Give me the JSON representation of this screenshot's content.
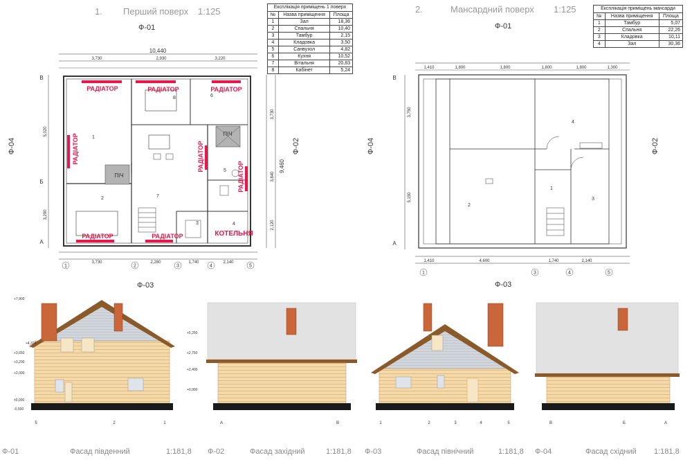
{
  "plan1": {
    "title_num": "1.",
    "title": "Перший поверх",
    "scale": "1:125",
    "axis_top": "Ф-01",
    "axis_bottom": "Ф-03",
    "axis_left": "Ф-04",
    "axis_right": "Ф-02",
    "overall_width": "10,440",
    "overall_height": "9,460",
    "top_dims": [
      "3,730",
      "2,930",
      "3,220"
    ],
    "bottom_dims": [
      "3,730",
      "2,280",
      "1,740",
      "2,140"
    ],
    "left_dims": [
      "5,020",
      "3,290"
    ],
    "right_dims": [
      "3,730",
      "3,840",
      "2,120"
    ],
    "col_labels": [
      "1",
      "2",
      "3",
      "4",
      "5"
    ],
    "row_labels": [
      "В",
      "Б",
      "А"
    ],
    "room_numbers": [
      "1",
      "2",
      "3",
      "4",
      "5",
      "6",
      "7",
      "8"
    ],
    "radiator_label": "РАДІАТОР",
    "stove_label": "ПІЧ",
    "boiler_label": "КОТЕЛЬНЯ",
    "table": {
      "caption": "Експлікація приміщень 1 поверх",
      "headers": [
        "№",
        "Назва приміщення",
        "Площа"
      ],
      "rows": [
        [
          "1",
          "Зал",
          "18,36"
        ],
        [
          "2",
          "Спальня",
          "10,40"
        ],
        [
          "3",
          "Тамбур",
          "2,15"
        ],
        [
          "4",
          "Кладовка",
          "3,50"
        ],
        [
          "5",
          "Санвузол",
          "4,82"
        ],
        [
          "6",
          "Кухня",
          "10,52"
        ],
        [
          "7",
          "Вітальня",
          "20,83"
        ],
        [
          "8",
          "Кабінет",
          "5,24"
        ]
      ]
    }
  },
  "plan2": {
    "title_num": "2.",
    "title": "Мансардний поверх",
    "scale": "1:125",
    "axis_top": "Ф-01",
    "axis_bottom": "Ф-03",
    "axis_left": "Ф-04",
    "axis_right": "Ф-02",
    "top_dims": [
      "1,410",
      "1,800",
      "1,800",
      "1,800",
      "1,800",
      "1,300"
    ],
    "bottom_dims": [
      "1,410",
      "4,600",
      "1,740",
      "2,140"
    ],
    "left_dims": [
      "3,750",
      "5,150"
    ],
    "col_labels": [
      "1",
      "3",
      "4",
      "5"
    ],
    "row_labels": [
      "В",
      "А"
    ],
    "room_numbers": [
      "1",
      "2",
      "3",
      "4"
    ],
    "table": {
      "caption": "Експлікація приміщень мансарди",
      "headers": [
        "№",
        "Назва приміщення",
        "Площа"
      ],
      "rows": [
        [
          "1",
          "Тамбур",
          "5,07"
        ],
        [
          "2",
          "Спальня",
          "22,26"
        ],
        [
          "3",
          "Кладовка",
          "10,11"
        ],
        [
          "4",
          "Зал",
          "30,36"
        ]
      ]
    }
  },
  "facades": [
    {
      "code": "Ф-01",
      "name": "Фасад південний",
      "scale": "1:181,8",
      "axes": [
        "5",
        "2",
        "1"
      ]
    },
    {
      "code": "Ф-02",
      "name": "Фасад західний",
      "scale": "1:181,8",
      "axes": [
        "А",
        "В"
      ]
    },
    {
      "code": "Ф-03",
      "name": "Фасад північний",
      "scale": "1:181,8",
      "axes": [
        "1",
        "2",
        "3",
        "4",
        "5"
      ]
    },
    {
      "code": "Ф-04",
      "name": "Фасад східний",
      "scale": "1:181,8",
      "axes": [
        "В",
        "Б",
        "А"
      ]
    }
  ],
  "levels": [
    "+7,900",
    "+4,324",
    "+3,650",
    "+3,200",
    "+2,000",
    "±0,000",
    "-0,500",
    "+5,250",
    "+2,750",
    "+2,400",
    "+0,900"
  ],
  "colors": {
    "wood": "#f5d9a8",
    "wood_line": "#d9b57e",
    "gable": "#d2d6dc",
    "roof": "#e2e2e2",
    "roof_edge": "#8b5a2b",
    "chimney": "#c9663a",
    "radiator": "#e8174b",
    "plinth": "#1a1a1a"
  }
}
